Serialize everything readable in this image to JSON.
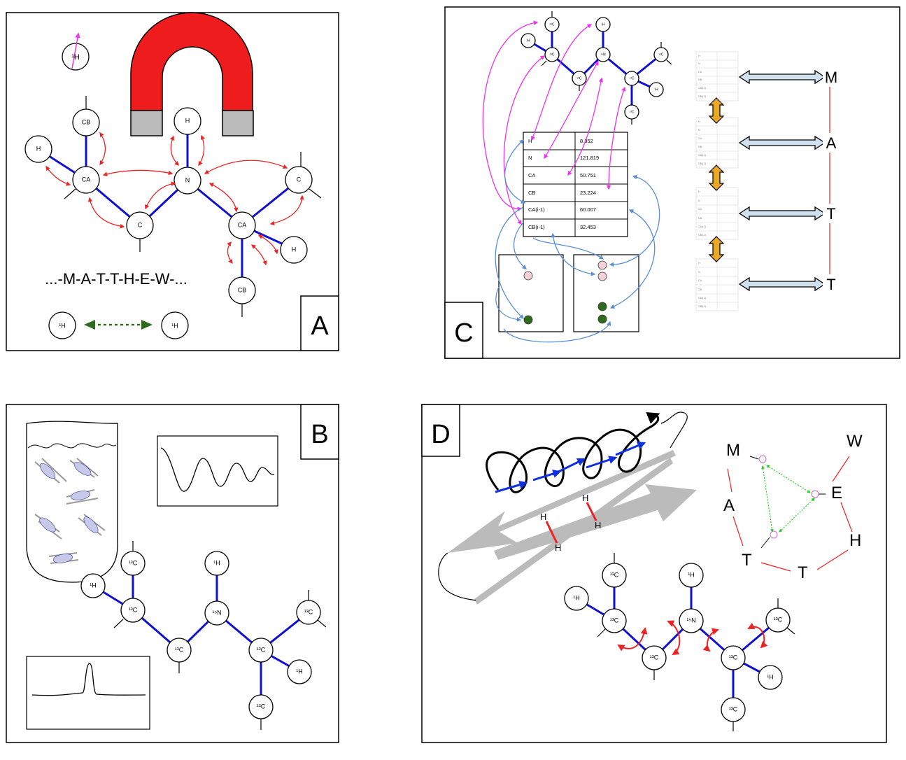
{
  "panel_labels": {
    "a": "A",
    "b": "B",
    "c": "C",
    "d": "D"
  },
  "panel_a": {
    "proton_label": "¹H",
    "atoms": {
      "cb_top": "CB",
      "h_left": "H",
      "ca_left": "CA",
      "c_mid": "C",
      "n_mid": "N",
      "h_n": "H",
      "c_right": "C",
      "ca_right": "CA",
      "h_ca": "H",
      "cb_bottom": "CB"
    },
    "sequence": "...-M-A-T-T-H-E-W-...",
    "noe_left": "¹H",
    "noe_right": "¹H"
  },
  "panel_b": {
    "atoms": {
      "c_top": "¹³C",
      "h_left": "¹H",
      "c_alpha": "¹³C",
      "c_mid": "¹³C",
      "h_n": "¹H",
      "n_mid": "¹⁵N",
      "c_right": "¹³C",
      "c_alpha2": "¹³C",
      "h_alpha2": "¹H",
      "c_bottom": "¹³C"
    }
  },
  "panel_c": {
    "atoms": {
      "h1": "¹H",
      "c1": "¹³C",
      "c2": "¹³C",
      "c3": "¹³C",
      "h2": "¹H",
      "n1": "¹⁵N",
      "c4": "¹³C",
      "c5": "¹³C",
      "h3": "¹H",
      "c6": "¹³C"
    },
    "table": [
      {
        "atom": "H",
        "shift": "8.352"
      },
      {
        "atom": "N",
        "shift": "121.819"
      },
      {
        "atom": "CA",
        "shift": "50.751"
      },
      {
        "atom": "CB",
        "shift": "23.224"
      },
      {
        "atom": "CA(i-1)",
        "shift": "60.007"
      },
      {
        "atom": "CB(i-1)",
        "shift": "32.453"
      }
    ],
    "sequence_letters": [
      "M",
      "A",
      "T",
      "T"
    ],
    "mini_table_rows": [
      "H",
      "N",
      "CA",
      "CB",
      "CA(i-1)",
      "CB(i-1)"
    ]
  },
  "panel_d": {
    "h_atoms": [
      "H",
      "H",
      "H",
      "H"
    ],
    "seq_letters": {
      "m": "M",
      "w": "W",
      "a": "A",
      "e": "E",
      "t1": "T",
      "h": "H",
      "t2": "T"
    },
    "atoms": {
      "c_top": "¹³C",
      "h_left": "¹H",
      "c_alpha": "¹³C",
      "c_mid": "¹³C",
      "h_n": "¹H",
      "n_mid": "¹⁵N",
      "c_right": "¹³C",
      "c_alpha2": "¹³C",
      "h_alpha2": "¹H",
      "c_bottom": "¹³C"
    }
  },
  "colors": {
    "bond": "#1010d0",
    "magnet": "#ee1c1c",
    "magnet_pole": "#bbbbbb",
    "correlation": "#ee2222",
    "magenta": "#ee33ee",
    "blue_arrow": "#5a8fd8",
    "noe": "#2e6b1e",
    "gold": "#e8a92a",
    "peak_pink": "#f2d0d8",
    "peak_green": "#2e6b1e",
    "wide_arrow": "#cfe0ef",
    "spring": "#aaaaaa"
  }
}
